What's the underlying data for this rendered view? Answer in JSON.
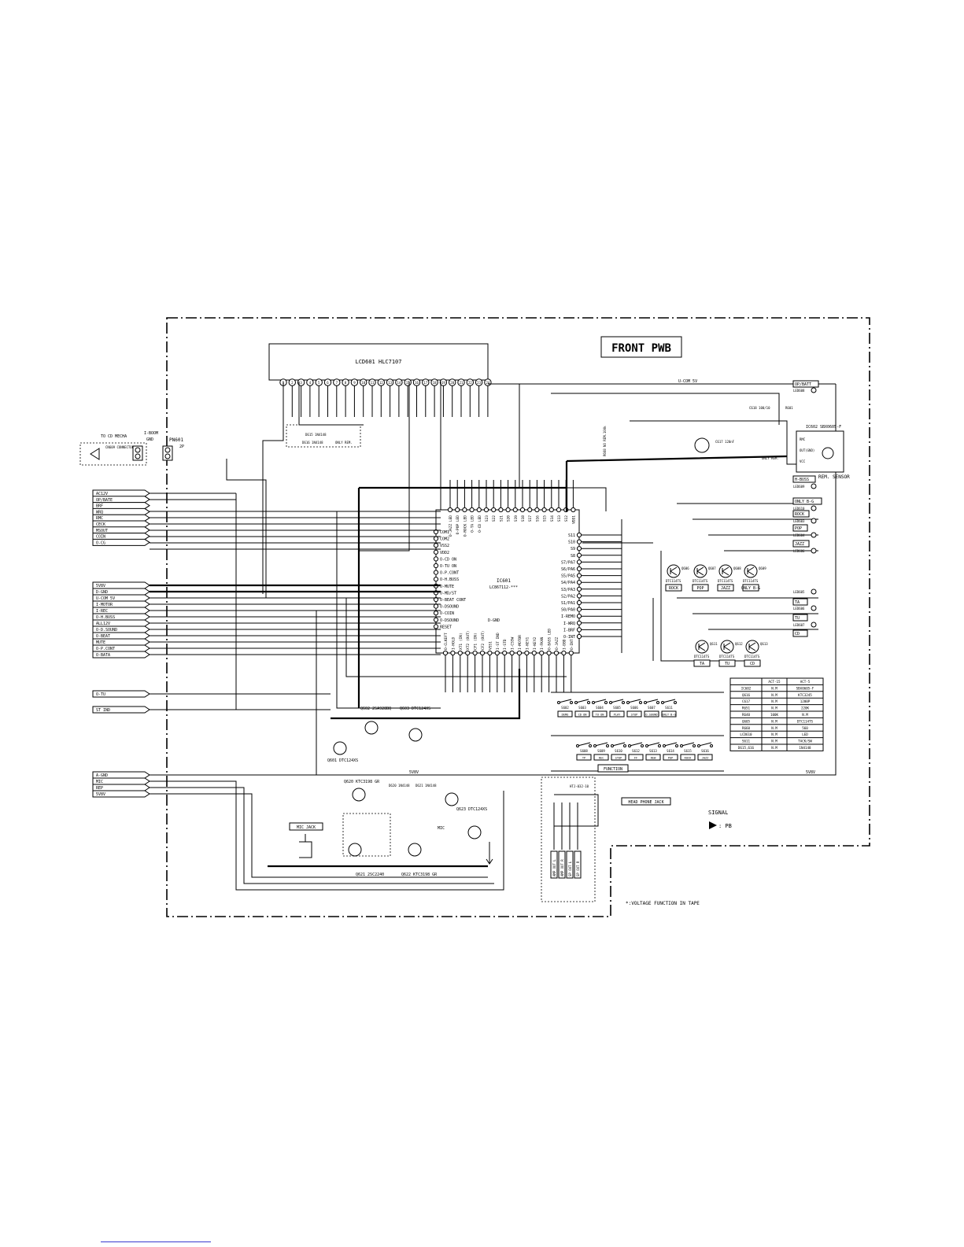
{
  "board_title": "FRONT PWB",
  "lcd": {
    "name": "LCD601 HLC7107",
    "pins": [
      "1",
      "2",
      "3",
      "4",
      "5",
      "6",
      "7",
      "8",
      "9",
      "10",
      "11",
      "12",
      "13",
      "14",
      "15",
      "16",
      "17",
      "18",
      "19",
      "20",
      "21",
      "22",
      "23",
      "24"
    ]
  },
  "ic601": {
    "ref": "IC601",
    "part": "LC867112-***",
    "left_pins": [
      "COM1",
      "COM2",
      "VSS2",
      "VDD2",
      "O-CD ON",
      "O-TU ON",
      "O-P.CONT",
      "O-H.BUSS",
      "O-MUTE",
      "O-MD/ST",
      "O-BEAT CONT",
      "O-DSOUND",
      "O-COIN",
      "O-DSOUND",
      "RESET"
    ],
    "right_pins": [
      "S11",
      "S10",
      "S9",
      "S8",
      "S7/PA7",
      "S6/PA6",
      "S5/PA5",
      "S4/PA4",
      "S3/PA3",
      "S2/PA2",
      "S1/PA1",
      "S0/PA0",
      "I-REMO",
      "I-WRQ",
      "I-BRF",
      "O-INT"
    ],
    "bottom_pins": [
      "O-CLKEFT",
      "I-HOLD",
      "XT1 (IN)",
      "XT2 (OUT)",
      "CF1 (IN)",
      "CF2 (OUT)",
      "VSS1",
      "I-ST IND",
      "I-STD",
      "I-CSSW",
      "I-MOTOR",
      "I-KEY1",
      "I-KEY2",
      "I-FKAN",
      "O-BASS LED",
      "O-JAZZ",
      "I-DBD",
      "O-INT"
    ],
    "top_pins": [
      "O-JAZZ LED",
      "O-POP LED",
      "O-ROCK LED",
      "O-TA LED",
      "O-CD LED",
      "S23",
      "S22",
      "S21",
      "S20",
      "S19",
      "S18",
      "S17",
      "S16",
      "S15",
      "S14",
      "S13",
      "S12",
      "VDD1"
    ]
  },
  "connector": {
    "title": "TO CD MECHA",
    "ref": "PN601",
    "pins": "2P",
    "label": "CN609 CONNECTOR A",
    "ref2": "I-BOOM",
    "value": "GND"
  },
  "left_signals": [
    "AC12V",
    "OP/BATE",
    "BRF",
    "WRQ",
    "RMC",
    "CECK",
    "MSOUT",
    "COIN",
    "O-CG"
  ],
  "left_signals_2": [
    "5V8V",
    "D-GND",
    "U-COM 5V",
    "I-MOTOR",
    "I-REC",
    "O-H.BUSS",
    "ALL12V",
    "O-D.SOUND",
    "O-BEAT",
    "MUTE",
    "O-P.CONT",
    "O-BATA"
  ],
  "left_signals_3": [
    "O-TU",
    "ST IND"
  ],
  "bottom_left_signals": [
    "A-GND",
    "MIC",
    "REP",
    "5V8V"
  ],
  "led_labels": [
    "OP/BATT",
    "LED608",
    "H-BUSS",
    "LED609",
    "ONLY B-G",
    "LED610",
    "ROCK",
    "LED603",
    "POP",
    "LED604",
    "JAZZ",
    "LED606",
    "LED605",
    "TA",
    "LED606",
    "TU",
    "LED607",
    "CD"
  ],
  "sensor": {
    "ref": "IC602",
    "part": "SBX0605-F",
    "label": "REM. SENSOR",
    "pins": [
      "RMC",
      "OUT(GND)",
      "VCC"
    ],
    "note": "ONLY REM."
  },
  "transistors_top": [
    "Q606",
    "DTC114TS",
    "Q607",
    "DTC114TS",
    "Q608",
    "DTC114TS",
    "Q609",
    "DTC114TS"
  ],
  "transistor_labels_mid": [
    "ROCK",
    "POP",
    "JAZZ",
    "ONLY B-G"
  ],
  "transistors_bottom": [
    "Q611",
    "DTC114TS",
    "Q612",
    "DTC114TS",
    "Q613",
    "DTC114TS"
  ],
  "transistor_labels_bottom": [
    "TA",
    "TU",
    "CD"
  ],
  "switches_row1": [
    "S602",
    "S603",
    "S604",
    "S605",
    "S606",
    "S607",
    "S611"
  ],
  "switches_row1_labels": [
    "DEMO",
    "CD ON",
    "TU ON",
    "PLAY",
    "STOP",
    "D.SOUND",
    "ONLY B-G"
  ],
  "switches_row2": [
    "S608",
    "S609",
    "S610",
    "S612",
    "S613",
    "S614",
    "S615",
    "S616"
  ],
  "switches_row2_labels": [
    "TP",
    "REC",
    "STOP",
    "FF",
    "REW",
    "POP",
    "ROCK",
    "JAZZ"
  ],
  "function_label": "FUNCTION",
  "variant_table": {
    "headers": [
      "",
      "ACT-15",
      "ACT-5"
    ],
    "rows": [
      [
        "IC602",
        "N.M",
        "SBX0605-F"
      ],
      [
        "Q616",
        "N.M",
        "KTC3245"
      ],
      [
        "C617",
        "N.M",
        "1200P"
      ],
      [
        "R651",
        "N.M",
        "220K"
      ],
      [
        "R640",
        "100K",
        "N.M"
      ],
      [
        "Q605",
        "N.M",
        "DTC114TS"
      ],
      [
        "R660",
        "N.M",
        "560"
      ],
      [
        "LCD610",
        "N.M",
        "LED"
      ],
      [
        "S611",
        "N.M",
        "TACK/SW"
      ],
      [
        "D615,616",
        "N.M",
        "1N4148"
      ]
    ]
  },
  "headphone": {
    "label": "HEAD PHONE JACK",
    "ref": "HTJ-032-10",
    "outs": [
      "AMP OUT L",
      "AMP OUT R",
      "SP OUT L",
      "SP OUT R"
    ]
  },
  "mic": {
    "label": "MIC JACK",
    "q1": "Q620 KTC3198 GR",
    "q2": "Q621 2SC2240",
    "q3": "Q622 KTC3198 GR",
    "q4": "Q623 DTC124XS",
    "diodes": [
      "D620 1N4148",
      "D621 1N4148"
    ],
    "mic_label": "MIC"
  },
  "driver_q": [
    "Q601 DTC124XS",
    "Q602 2SA928BQ",
    "Q603 DTC124XS"
  ],
  "legend": {
    "title": "SIGNAL",
    "entry": ": PB"
  },
  "note": "*:VOLTAGE FUNCTION IN TAPE",
  "bus_labels": [
    "U-COM 5V",
    "D-GND",
    "5V8V",
    "5V8V"
  ],
  "diode_note": [
    "D615 1N4148",
    "D616 1N4148",
    "ONLY REM."
  ],
  "cap_labels": [
    "C618 100/10",
    "R601",
    "C617 120nF",
    "R668 NO REM.100k"
  ]
}
